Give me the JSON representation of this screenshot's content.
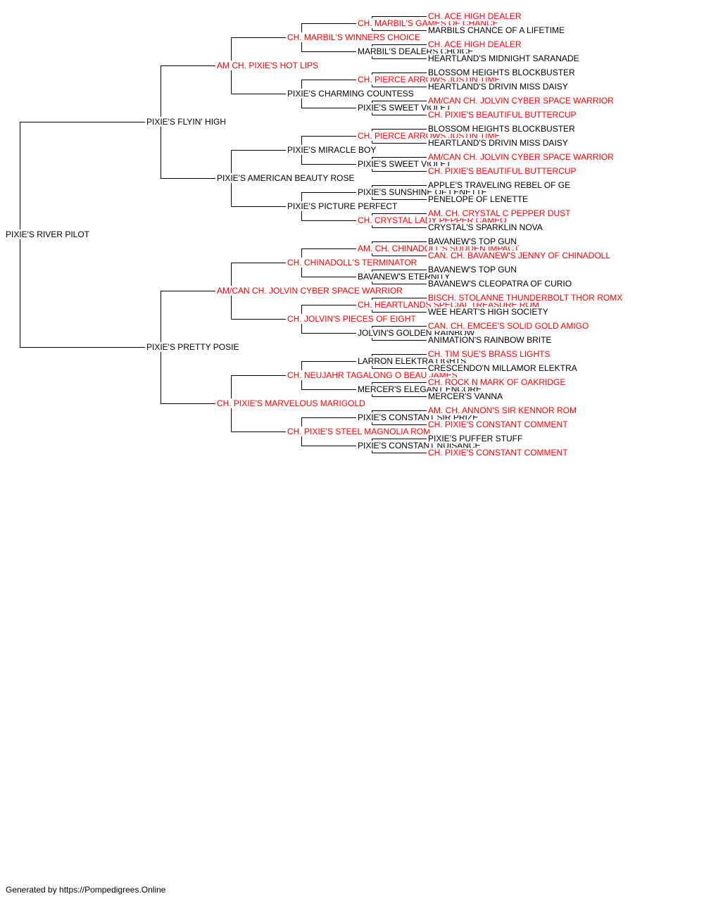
{
  "pedigree": {
    "name": "PIXIE'S RIVER PILOT",
    "champion": false,
    "sire": {
      "name": "PIXIE'S FLYIN' HIGH",
      "champion": false,
      "sire": {
        "name": "AM CH. PIXIE'S HOT LIPS",
        "champion": true,
        "sire": {
          "name": "CH. MARBIL'S WINNERS CHOICE",
          "champion": true,
          "sire": {
            "name": "CH. MARBIL'S GAMES OF CHANCE",
            "champion": true,
            "sire": {
              "name": "CH. ACE HIGH DEALER",
              "champion": true
            },
            "dam": {
              "name": "MARBILS CHANCE OF A LIFETIME",
              "champion": false
            }
          },
          "dam": {
            "name": "MARBIL'S DEALERS CHOICE",
            "champion": false,
            "sire": {
              "name": "CH. ACE HIGH DEALER",
              "champion": true
            },
            "dam": {
              "name": "HEARTLAND'S MIDNIGHT SARANADE",
              "champion": false
            }
          }
        },
        "dam": {
          "name": "PIXIE'S CHARMING COUNTESS",
          "champion": false,
          "sire": {
            "name": "CH. PIERCE ARROWS JUSTIN TIME",
            "champion": true,
            "sire": {
              "name": "BLOSSOM HEIGHTS BLOCKBUSTER",
              "champion": false
            },
            "dam": {
              "name": "HEARTLAND'S DRIVIN MISS DAISY",
              "champion": false
            }
          },
          "dam": {
            "name": "PIXIE'S SWEET VIOLET",
            "champion": false,
            "sire": {
              "name": "AM/CAN CH. JOLVIN CYBER SPACE WARRIOR",
              "champion": true
            },
            "dam": {
              "name": "CH. PIXIE'S BEAUTIFUL BUTTERCUP",
              "champion": true
            }
          }
        }
      },
      "dam": {
        "name": "PIXIE'S AMERICAN BEAUTY ROSE",
        "champion": false,
        "sire": {
          "name": "PIXIE'S MIRACLE BOY",
          "champion": false,
          "sire": {
            "name": "CH. PIERCE ARROWS JUSTIN TIME",
            "champion": true,
            "sire": {
              "name": "BLOSSOM HEIGHTS BLOCKBUSTER",
              "champion": false
            },
            "dam": {
              "name": "HEARTLAND'S DRIVIN MISS DAISY",
              "champion": false
            }
          },
          "dam": {
            "name": "PIXIE'S SWEET VIOLET",
            "champion": false,
            "sire": {
              "name": "AM/CAN CH. JOLVIN CYBER SPACE WARRIOR",
              "champion": true
            },
            "dam": {
              "name": "CH. PIXIE'S BEAUTIFUL BUTTERCUP",
              "champion": true
            }
          }
        },
        "dam": {
          "name": "PIXIE'S PICTURE PERFECT",
          "champion": false,
          "sire": {
            "name": "PIXIE'S SUNSHINE OF LENETTE",
            "champion": false,
            "sire": {
              "name": "APPLE'S TRAVELING REBEL OF GE",
              "champion": false
            },
            "dam": {
              "name": "PENELOPE OF LENETTE",
              "champion": false
            }
          },
          "dam": {
            "name": "CH. CRYSTAL LADY PEPPER CAMEO",
            "champion": true,
            "sire": {
              "name": "AM. CH. CRYSTAL C PEPPER DUST",
              "champion": true
            },
            "dam": {
              "name": "CRYSTAL'S SPARKLIN NOVA",
              "champion": false
            }
          }
        }
      }
    },
    "dam": {
      "name": "PIXIE'S PRETTY POSIE",
      "champion": false,
      "sire": {
        "name": "AM/CAN CH. JOLVIN CYBER SPACE WARRIOR",
        "champion": true,
        "sire": {
          "name": "CH. CHINADOLL'S TERMINATOR",
          "champion": true,
          "sire": {
            "name": "AM. CH. CHINADOLL'S SUDDEN IMPACT",
            "champion": true,
            "sire": {
              "name": "BAVANEW'S TOP GUN",
              "champion": false
            },
            "dam": {
              "name": "CAN. CH. BAVANEW'S JENNY OF CHINADOLL",
              "champion": true
            }
          },
          "dam": {
            "name": "BAVANEW'S ETERNITY",
            "champion": false,
            "sire": {
              "name": "BAVANEW'S TOP GUN",
              "champion": false
            },
            "dam": {
              "name": "BAVANEW'S CLEOPATRA OF CURIO",
              "champion": false
            }
          }
        },
        "dam": {
          "name": "CH. JOLVIN'S PIECES OF EIGHT",
          "champion": true,
          "sire": {
            "name": "CH. HEARTLANDS SPECIAL TREASURE ROM",
            "champion": true,
            "sire": {
              "name": "BISCH. STOLANNE THUNDERBOLT THOR ROMX",
              "champion": true
            },
            "dam": {
              "name": "WEE HEART'S HIGH SOCIETY",
              "champion": false
            }
          },
          "dam": {
            "name": "JOLVIN'S GOLDEN RAINBOW",
            "champion": false,
            "sire": {
              "name": "CAN. CH. EMCEE'S SOLID GOLD AMIGO",
              "champion": true
            },
            "dam": {
              "name": "ANIMATION'S RAINBOW BRITE",
              "champion": false
            }
          }
        }
      },
      "dam": {
        "name": "CH. PIXIE'S MARVELOUS MARIGOLD",
        "champion": true,
        "sire": {
          "name": "CH. NEUJAHR TAGALONG O BEAU JAMES",
          "champion": true,
          "sire": {
            "name": "LARRON ELEKTRA LIGHTS",
            "champion": false,
            "sire": {
              "name": "CH. TIM SUE'S BRASS LIGHTS",
              "champion": true
            },
            "dam": {
              "name": "CRESCENDO'N MILLAMOR ELEKTRA",
              "champion": false
            }
          },
          "dam": {
            "name": "MERCER'S ELEGANT ENCORE",
            "champion": false,
            "sire": {
              "name": "CH. ROCK N MARK OF OAKRIDGE",
              "champion": true
            },
            "dam": {
              "name": "MERCER'S VANNA",
              "champion": false
            }
          }
        },
        "dam": {
          "name": "CH. PIXIE'S STEEL MAGNOLIA ROM",
          "champion": true,
          "sire": {
            "name": "PIXIE'S CONSTANT SIR PRIZE",
            "champion": false,
            "sire": {
              "name": "AM. CH. ANNON'S SIR KENNOR ROM",
              "champion": true
            },
            "dam": {
              "name": "CH. PIXIE'S CONSTANT COMMENT",
              "champion": true
            }
          },
          "dam": {
            "name": "PIXIE'S CONSTANT NUISANCE",
            "champion": false,
            "sire": {
              "name": "PIXIE'S PUFFER STUFF",
              "champion": false
            },
            "dam": {
              "name": "CH. PIXIE'S CONSTANT COMMENT",
              "champion": true
            }
          }
        }
      }
    }
  },
  "colors": {
    "champion": "#ff0000",
    "normal": "#000000",
    "line": "#000000"
  },
  "footer": "Generated by https://Pompedigrees.Online"
}
